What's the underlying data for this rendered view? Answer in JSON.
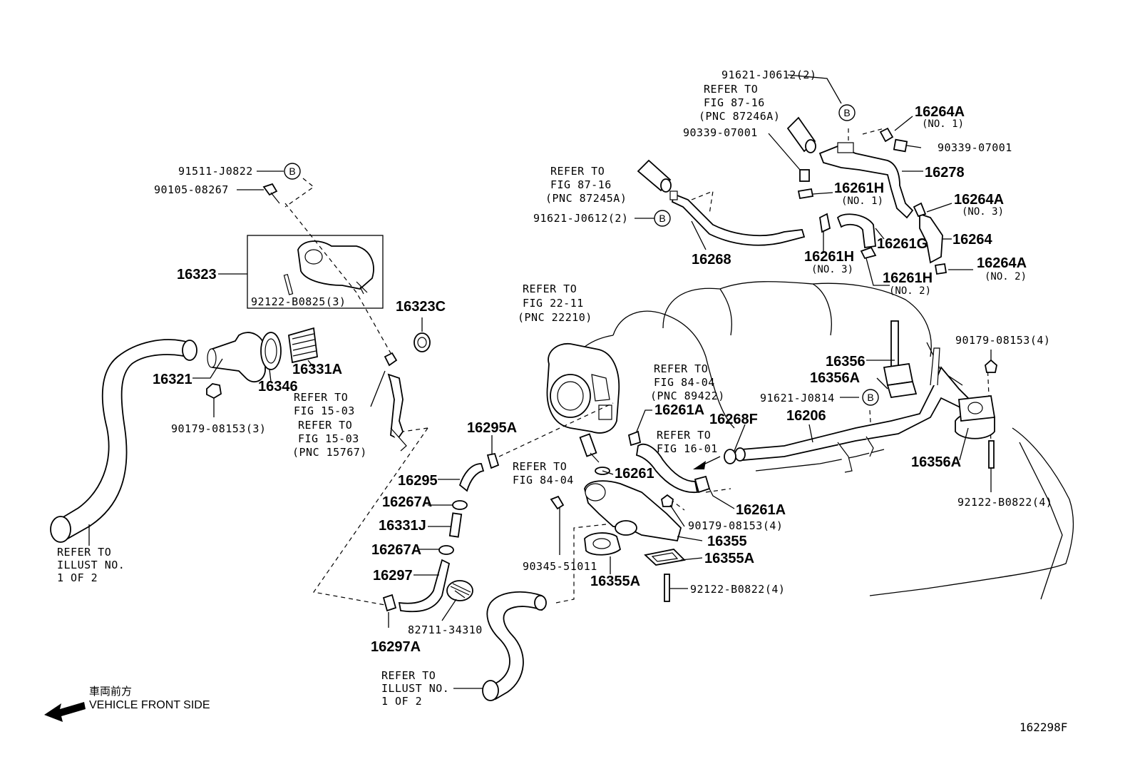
{
  "labels": {
    "p91621_j0612_top": "91621-J0612(2)",
    "refer_87_16_a_1": "REFER TO",
    "refer_87_16_a_2": "FIG 87-16",
    "refer_87_16_a_3": "(PNC 87246A)",
    "p90339_left": "90339-07001",
    "p16264a_1": "16264A",
    "p16264a_1_no": "(NO. 1)",
    "p90339_right": "90339-07001",
    "p16278": "16278",
    "refer_87_16_b_1": "REFER TO",
    "refer_87_16_b_2": "FIG 87-16",
    "refer_87_16_b_3": "(PNC 87245A)",
    "p16261h_1": "16261H",
    "p16261h_1_no": "(NO. 1)",
    "p16264a_3": "16264A",
    "p16264a_3_no": "(NO. 3)",
    "p91621_j0612_mid": "91621-J0612(2)",
    "p16261g": "16261G",
    "p16264": "16264",
    "p16268": "16268",
    "p16261h_3": "16261H",
    "p16261h_3_no": "(NO. 3)",
    "p16264a_2": "16264A",
    "p16264a_2_no": "(NO. 2)",
    "p16261h_2": "16261H",
    "p16261h_2_no": "(NO. 2)",
    "p91511": "91511-J0822",
    "p90105": "90105-08267",
    "p16323": "16323",
    "p92122_b0825": "92122-B0825(3)",
    "p16323c": "16323C",
    "refer_22_11_1": "REFER TO",
    "refer_22_11_2": "FIG 22-11",
    "refer_22_11_3": "(PNC 22210)",
    "p16321": "16321",
    "p16346": "16346",
    "p16331a": "16331A",
    "refer_15_03_a_1": "REFER TO",
    "refer_15_03_a_2": "FIG 15-03",
    "refer_15_03_b_1": "REFER TO",
    "refer_15_03_b_2": "FIG 15-03",
    "refer_15_03_b_3": "(PNC 15767)",
    "p90179_3": "90179-08153(3)",
    "refer_84_04_a_1": "REFER TO",
    "refer_84_04_a_2": "FIG 84-04",
    "refer_84_04_a_3": "(PNC 89422)",
    "p16261a_top": "16261A",
    "p16268f": "16268F",
    "p16356": "16356",
    "p16356a_top": "16356A",
    "p91621_j0814": "91621-J0814",
    "p16206": "16206",
    "p90179_4_right": "90179-08153(4)",
    "p16295a": "16295A",
    "refer_16_01_1": "REFER TO",
    "refer_16_01_2": "FIG 16-01",
    "p16295": "16295",
    "refer_84_04_b_1": "REFER TO",
    "refer_84_04_b_2": "FIG 84-04",
    "p16261": "16261",
    "p16356a_bot": "16356A",
    "p16267a_top": "16267A",
    "p16261a_bot": "16261A",
    "p90179_4_mid": "90179-08153(4)",
    "p92122_b0822_right": "92122-B0822(4)",
    "p16331j": "16331J",
    "p16355": "16355",
    "p16267a_bot": "16267A",
    "p16355a_right": "16355A",
    "p90345": "90345-51011",
    "p16297": "16297",
    "p16355a_bot": "16355A",
    "p92122_b0822_bot": "92122-B0822(4)",
    "p82711": "82711-34310",
    "p16297a": "16297A",
    "refer_illust_a_1": "REFER TO",
    "refer_illust_a_2": "ILLUST NO.",
    "refer_illust_a_3": "1 OF 2",
    "refer_illust_b_1": "REFER TO",
    "refer_illust_b_2": "ILLUST NO.",
    "refer_illust_b_3": "1 OF 2"
  },
  "bubble_letter": "B",
  "legend": {
    "japanese": "車両前方",
    "english": "VEHICLE FRONT SIDE"
  },
  "figure_id": "162298F"
}
